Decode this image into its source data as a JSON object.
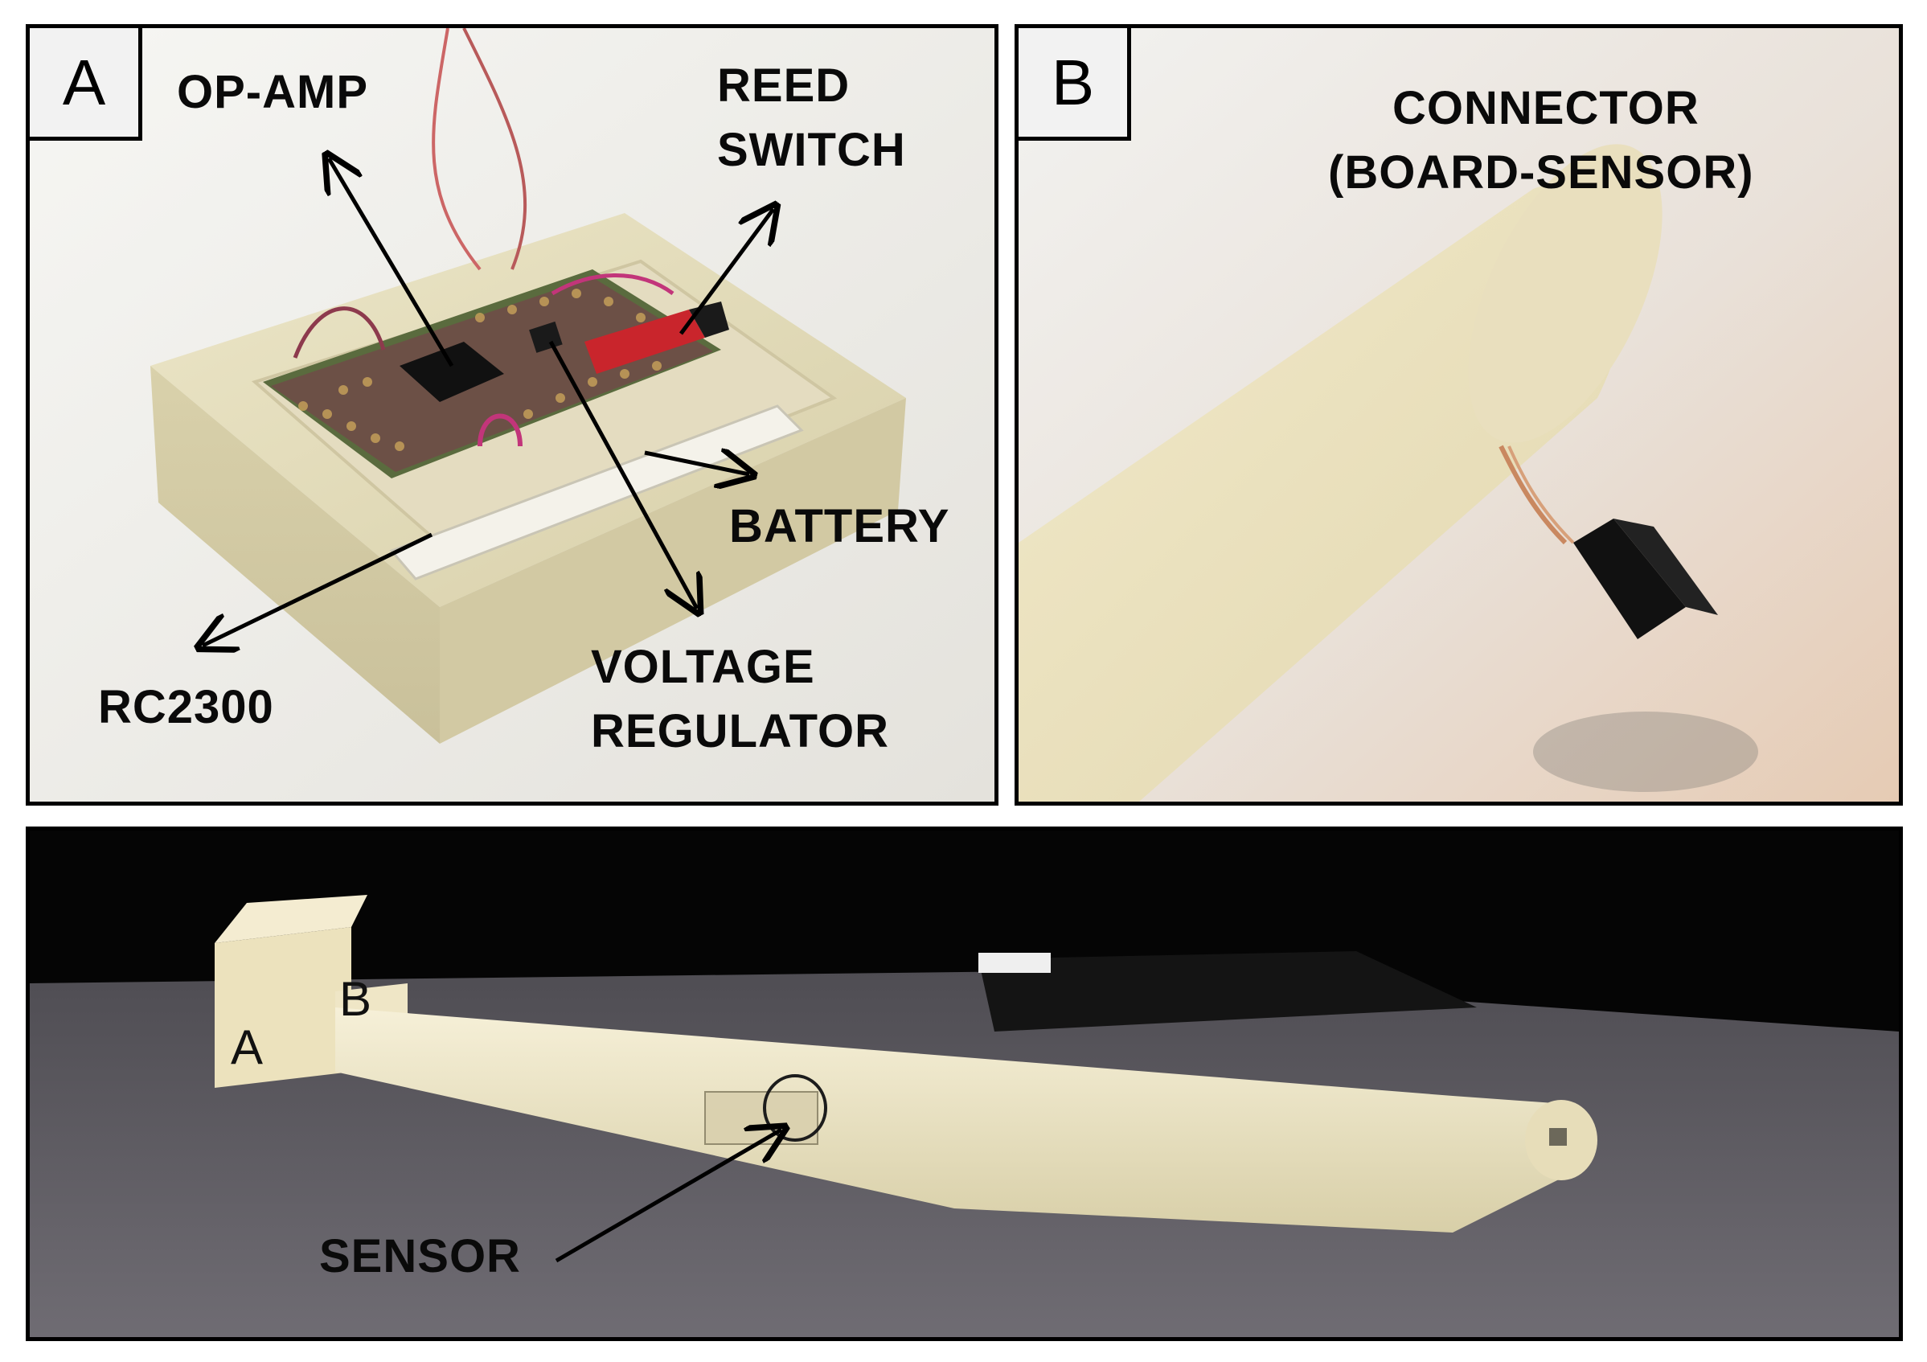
{
  "panel_a": {
    "badge": "A",
    "labels": {
      "op_amp": "OP-AMP",
      "reed_switch_1": "REED",
      "reed_switch_2": "SWITCH",
      "battery": "BATTERY",
      "voltage_1": "VOLTAGE",
      "voltage_2": "REGULATOR",
      "rc2300": "RC2300"
    }
  },
  "panel_b": {
    "badge": "B",
    "labels": {
      "connector_1": "CONNECTOR",
      "connector_2": "(BOARD-SENSOR)"
    }
  },
  "panel_c": {
    "labels": {
      "a": "A",
      "b": "B",
      "sensor": "SENSOR"
    }
  }
}
